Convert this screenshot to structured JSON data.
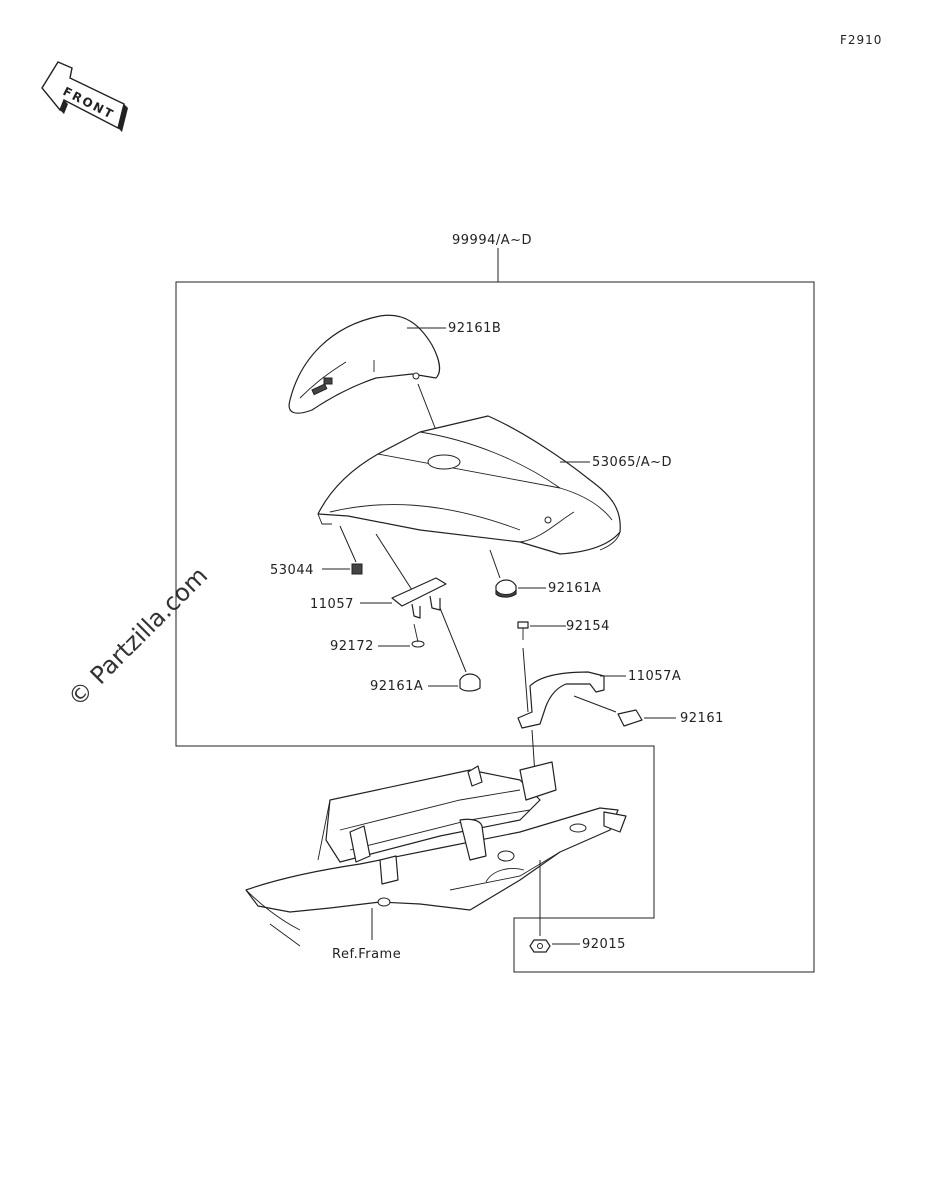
{
  "diagram_code": "F2910",
  "front_label": "FRONT",
  "watermark": "© Partzilla.com",
  "parts": {
    "kit": "99994/A~D",
    "cover_pad": "92161B",
    "seat_cover": "53065/A~D",
    "nut_53044": "53044",
    "bracket_11057": "11057",
    "damper_92161a_top": "92161A",
    "bolt_92154": "92154",
    "bolt_92172": "92172",
    "bracket_11057a": "11057A",
    "damper_92161a_bottom": "92161A",
    "damper_92161": "92161",
    "nut_92015": "92015",
    "ref_frame": "Ref.Frame"
  }
}
